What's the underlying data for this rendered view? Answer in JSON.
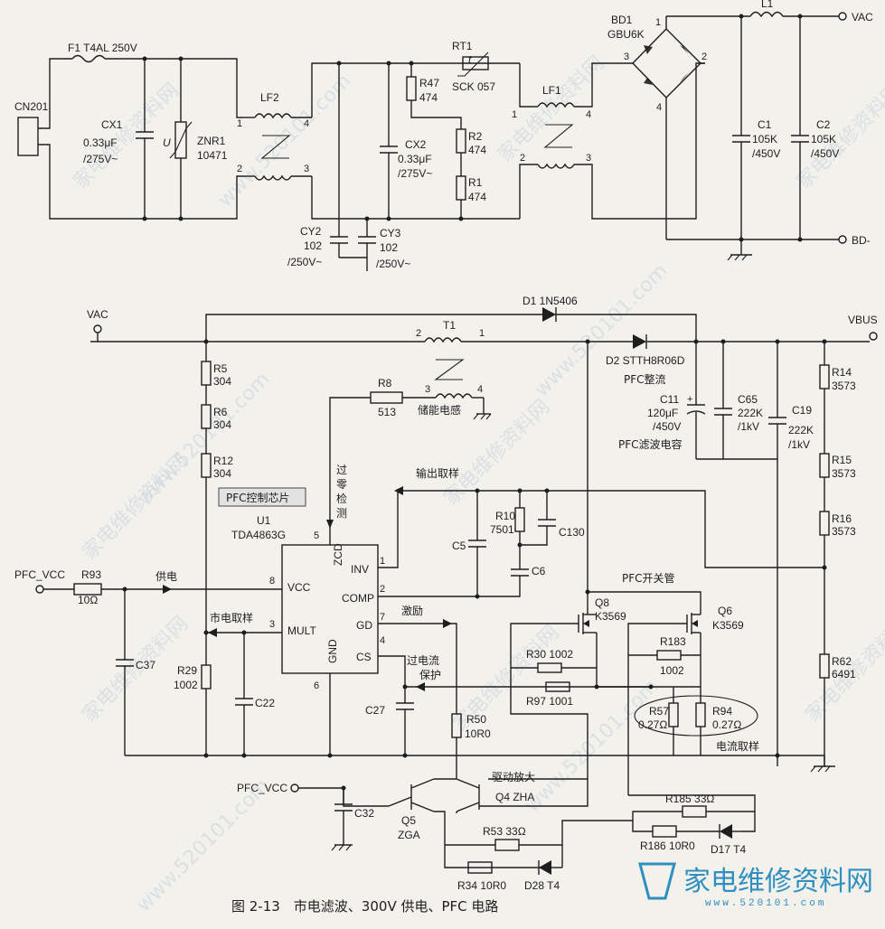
{
  "watermark": {
    "text": "家电维修资料网",
    "url": "www.520101.com",
    "logo_text": "家电维修资料网",
    "logo_url": "www.520101.com"
  },
  "caption": "图 2-13　市电滤波、300V 供电、PFC 电路",
  "top": {
    "cn201": "CN201",
    "f1": "F1  T4AL  250V",
    "cx1": [
      "CX1",
      "0.33μF",
      "/275V~"
    ],
    "znr1": [
      "ZNR1",
      "10471"
    ],
    "u_mark": "U",
    "lf2": "LF2",
    "lf2_pins": [
      "1",
      "4",
      "2",
      "3"
    ],
    "cy2": [
      "CY2",
      "102",
      "/250V~"
    ],
    "cy3": [
      "CY3",
      "102",
      "/250V~"
    ],
    "r47": [
      "R47",
      "474"
    ],
    "cx2": [
      "CX2",
      "0.33μF",
      "/275V~"
    ],
    "r2": [
      "R2",
      "474"
    ],
    "r1": [
      "R1",
      "474"
    ],
    "rt1": [
      "RT1",
      "SCK 057"
    ],
    "t_mark": "t",
    "lf1": "LF1",
    "lf1_pins": [
      "1",
      "4",
      "2",
      "3"
    ],
    "bd1": [
      "BD1",
      "GBU6K"
    ],
    "bd1_pins": [
      "1",
      "2",
      "3",
      "4"
    ],
    "l1": "L1",
    "vac": "VAC",
    "bdm": "BD-",
    "c1": [
      "C1",
      "105K",
      "/450V"
    ],
    "c2": [
      "C2",
      "105K",
      "/450V"
    ]
  },
  "pfc": {
    "vac": "VAC",
    "vbus": "VBUS",
    "d1": "D1  1N5406",
    "t1": "T1",
    "t1_pins": [
      "2",
      "1",
      "3",
      "4"
    ],
    "d2": "D2  STTH8R06D",
    "pfc_rect": "PFC整流",
    "r8": [
      "R8",
      "513"
    ],
    "storage_inductor": "储能电感",
    "c11": [
      "C11",
      "120μF",
      "/450V"
    ],
    "c65": [
      "C65",
      "222K",
      "/1kV"
    ],
    "c19": [
      "C19",
      "222K",
      "/1kV"
    ],
    "pfc_cap": "PFC滤波电容",
    "r5": [
      "R5",
      "304"
    ],
    "r6": [
      "R6",
      "304"
    ],
    "r12": [
      "R12",
      "304"
    ],
    "r14": [
      "R14",
      "3573"
    ],
    "r15": [
      "R15",
      "3573"
    ],
    "r16": [
      "R16",
      "3573"
    ],
    "r62": [
      "R62",
      "6491"
    ],
    "zero_cross": [
      "过",
      "零",
      "检",
      "测"
    ],
    "out_sample": "输出取样",
    "chip_tag": "PFC控制芯片",
    "u1": [
      "U1",
      "TDA4863G"
    ],
    "pins": {
      "zcd": "ZCD",
      "inv": "INV",
      "vcc": "VCC",
      "comp": "COMP",
      "mult": "MULT",
      "gd": "GD",
      "cs": "CS",
      "gnd": "GND"
    },
    "pin_numbers": {
      "zcd": "5",
      "inv": "1",
      "vcc": "8",
      "comp": "2",
      "mult": "3",
      "gd": "7",
      "cs": "4",
      "gnd": "6"
    },
    "r10": [
      "R10",
      "7501"
    ],
    "c130": "C130",
    "c5": "C5",
    "c6": "C6",
    "pfc_vcc": "PFC_VCC",
    "r93": [
      "R93",
      "10Ω"
    ],
    "supply": "供电",
    "mains_sample": "市电取样",
    "c37": "C37",
    "r29": [
      "R29",
      "1002"
    ],
    "c22": "C22",
    "excite": "激励",
    "ocp": [
      "过电流",
      "保护"
    ],
    "c27": "C27",
    "pfc_sw": "PFC开关管",
    "q8": [
      "Q8",
      "K3569"
    ],
    "q6": [
      "Q6",
      "K3569"
    ],
    "r30": "R30  1002",
    "r183": [
      "R183",
      "1002"
    ],
    "r97": "R97  1001",
    "r57": [
      "R57",
      "0.27Ω"
    ],
    "r94": [
      "R94",
      "0.27Ω"
    ],
    "cur_sample": "电流取样",
    "r50": [
      "R50",
      "10R0"
    ],
    "pfc_vcc2": "PFC_VCC",
    "c32": "C32",
    "drive_amp": "驱动放大",
    "q4": "Q4  ZHA",
    "q5": [
      "Q5",
      "ZGA"
    ],
    "r185": "R185  33Ω",
    "r53": "R53  33Ω",
    "r186": "R186  10R0",
    "d17": "D17  T4",
    "r34": "R34  10R0",
    "d28": "D28  T4"
  }
}
